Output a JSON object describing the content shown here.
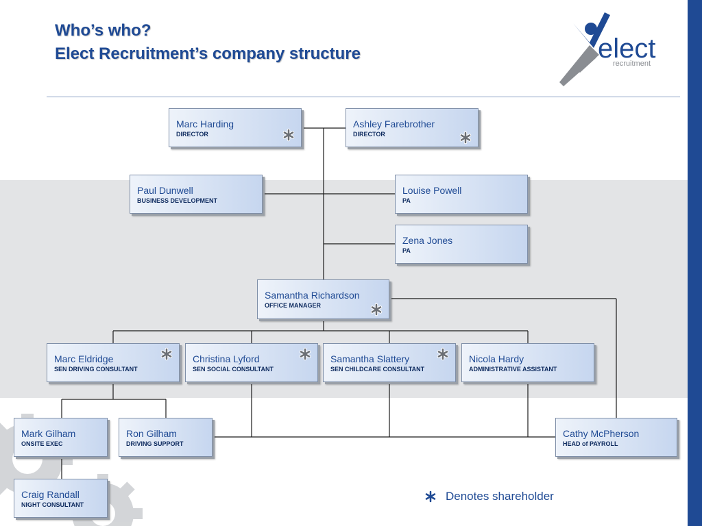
{
  "title": {
    "line1": "Who’s who?",
    "line2": "Elect Recruitment’s company structure"
  },
  "logo": {
    "wordmark": "elect",
    "tagline": "recruitment"
  },
  "people": {
    "marc_harding": {
      "name": "Marc Harding",
      "role": "DIRECTOR",
      "shareholder": true
    },
    "ashley_farebrother": {
      "name": "Ashley Farebrother",
      "role": "DIRECTOR",
      "shareholder": true
    },
    "paul_dunwell": {
      "name": "Paul Dunwell",
      "role": "BUSINESS DEVELOPMENT",
      "shareholder": false
    },
    "louise_powell": {
      "name": "Louise Powell",
      "role": "PA",
      "shareholder": false
    },
    "zena_jones": {
      "name": "Zena Jones",
      "role": "PA",
      "shareholder": false
    },
    "samantha_richardson": {
      "name": "Samantha Richardson",
      "role": "OFFICE MANAGER",
      "shareholder": true
    },
    "marc_eldridge": {
      "name": "Marc Eldridge",
      "role": "SEN DRIVING CONSULTANT",
      "shareholder": true
    },
    "christina_lyford": {
      "name": "Christina Lyford",
      "role": "SEN SOCIAL CONSULTANT",
      "shareholder": true
    },
    "samantha_slattery": {
      "name": "Samantha Slattery",
      "role": "SEN CHILDCARE CONSULTANT",
      "shareholder": true
    },
    "nicola_hardy": {
      "name": "Nicola Hardy",
      "role": "ADMINISTRATIVE ASSISTANT",
      "shareholder": false
    },
    "mark_gilham": {
      "name": "Mark Gilham",
      "role": "ONSITE EXEC",
      "shareholder": false
    },
    "ron_gilham": {
      "name": "Ron Gilham",
      "role": "DRIVING SUPPORT",
      "shareholder": false
    },
    "cathy_mcpherson": {
      "name": "Cathy McPherson",
      "role": "HEAD of PAYROLL",
      "shareholder": false
    },
    "craig_randall": {
      "name": "Craig Randall",
      "role": "NIGHT CONSULTANT",
      "shareholder": false
    }
  },
  "legend": {
    "icon": "shareholder-star-icon",
    "label": "Denotes shareholder"
  },
  "colors": {
    "brand_blue": "#1f4a94",
    "logo_grey": "#8a8d92",
    "band_grey": "#e3e4e6"
  }
}
